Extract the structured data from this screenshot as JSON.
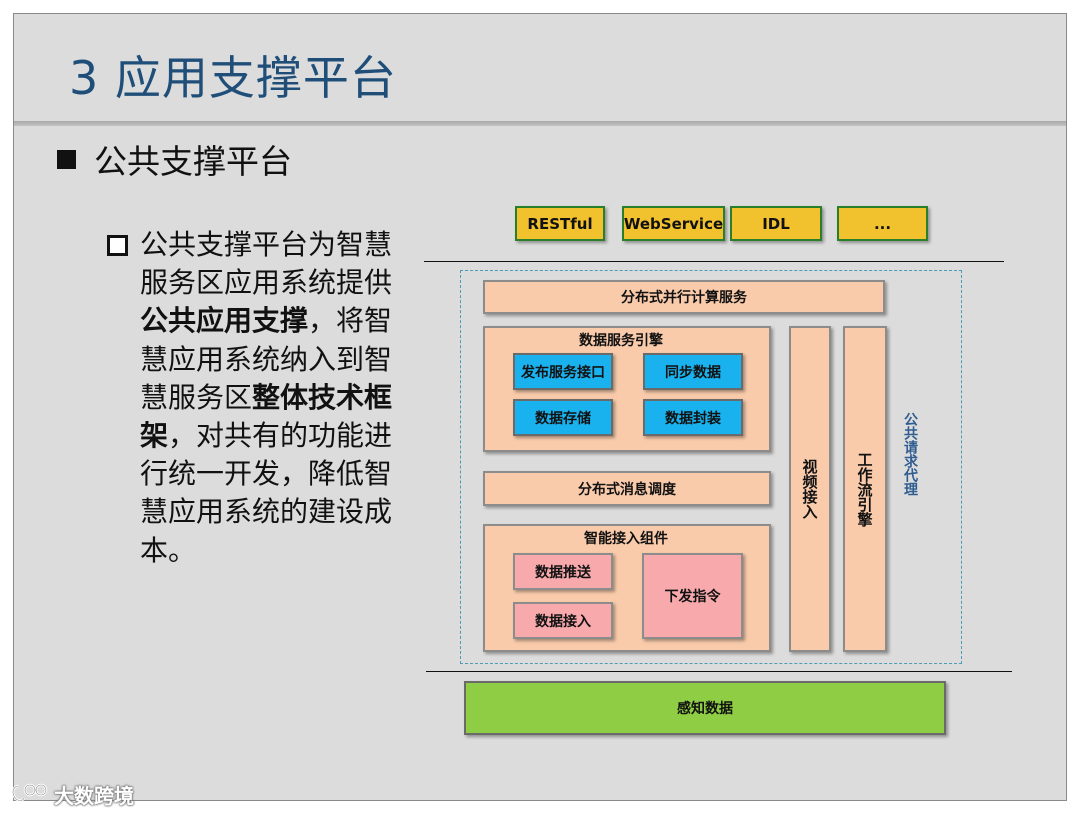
{
  "slide": {
    "title": "3 应用支撑平台",
    "bullet_main": "公共支撑平台",
    "sub_bullet": {
      "part1": "公共支撑平台为智慧服务区应用系统提供",
      "bold1": "公共应用支撑",
      "part2": "，将智慧应用系统纳入到智慧服务区",
      "bold2": "整体技术框架",
      "part3": "，对共有的功能进行统一开发，降低智慧应用系统的建设成本。"
    }
  },
  "diagram": {
    "api_boxes": [
      "RESTful",
      "WebService",
      "IDL",
      "..."
    ],
    "distributed_compute": "分布式并行计算服务",
    "data_engine": {
      "title": "数据服务引擎",
      "items": [
        "发布服务接口",
        "同步数据",
        "数据存储",
        "数据封装"
      ]
    },
    "message_scheduling": "分布式消息调度",
    "smart_access": {
      "title": "智能接入组件",
      "items": [
        "数据推送",
        "数据接入"
      ],
      "command": "下发指令"
    },
    "video_access": "视频接入",
    "workflow_engine": "工作流引擎",
    "request_proxy": "公共请求代理",
    "perception_data": "感知数据"
  },
  "watermark": {
    "text": "大数跨境"
  },
  "colors": {
    "title": "#1f4e79",
    "api_fill": "#f2c12e",
    "api_border": "#2a7f2a",
    "peach": "#f9cbab",
    "blue": "#1ab2ee",
    "pink": "#f7a9ac",
    "green": "#8fce44",
    "dashed": "#4d9bb5"
  }
}
